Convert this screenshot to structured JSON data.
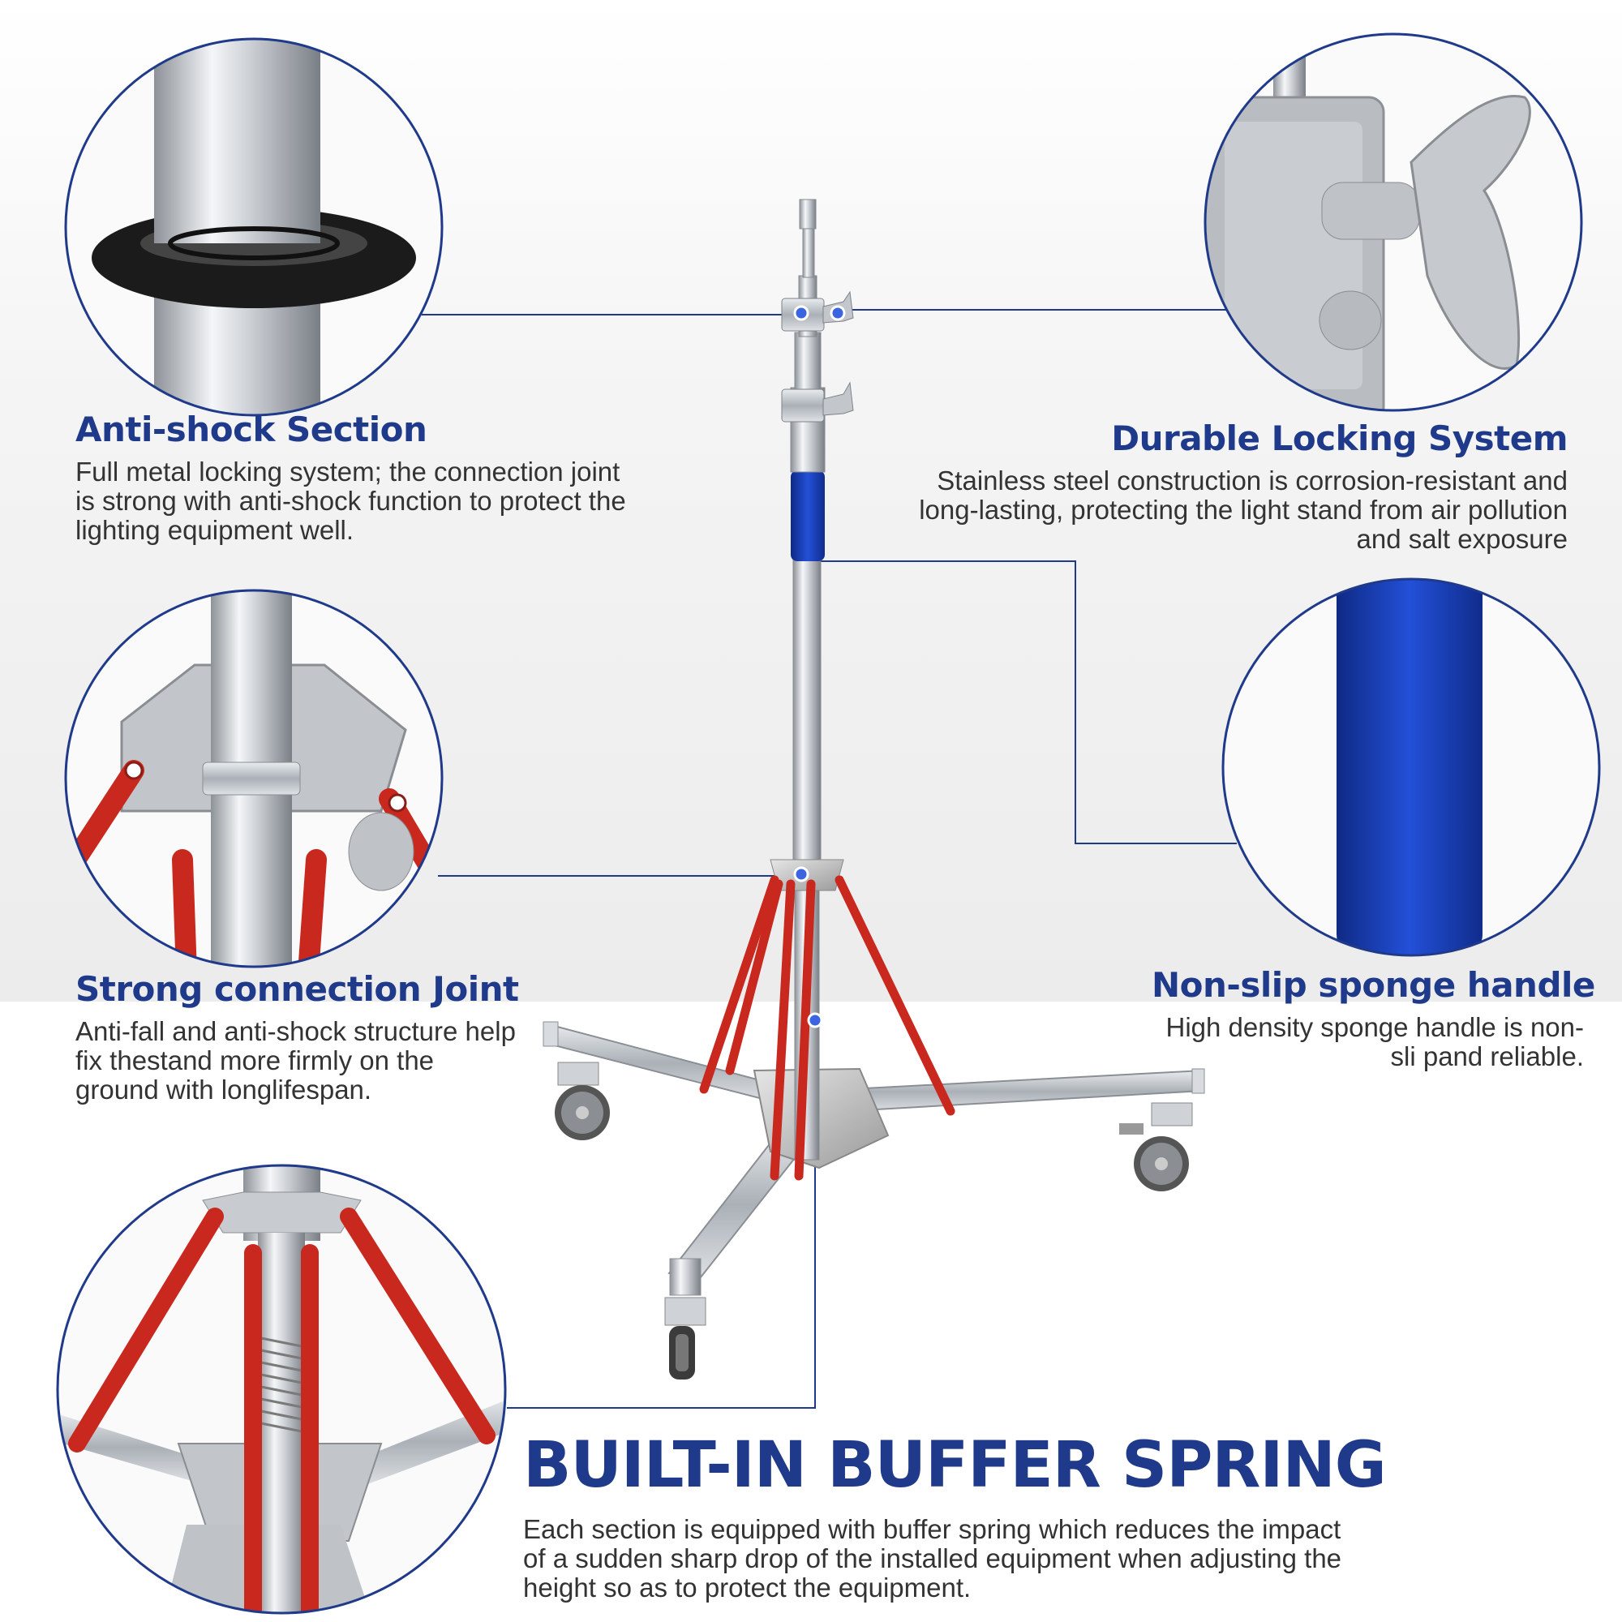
{
  "features": {
    "anti_shock": {
      "title": "Anti-shock Section",
      "desc": "Full metal locking system; the connection joint is strong with anti-shock function to protect the lighting equipment well."
    },
    "locking": {
      "title": "Durable Locking System",
      "desc": "Stainless steel construction is corrosion-resistant and long-lasting, protecting the light stand from air pollution and salt exposure"
    },
    "joint": {
      "title": "Strong connection Joint",
      "desc": "Anti-fall and anti-shock structure help fix thestand more firmly on the ground with longlifespan."
    },
    "sponge": {
      "title": "Non-slip sponge handle",
      "desc": "High density sponge handle is non-sli pand reliable."
    },
    "spring": {
      "title": "BUILT-IN BUFFER SPRING",
      "desc": "Each section is equipped with buffer spring which reduces the impact of a sudden sharp drop of the installed equipment when adjusting the height so as to protect the equipment."
    }
  },
  "colors": {
    "accent": "#1f3a8a",
    "leg_red": "#c8281e",
    "sponge_blue": "#1a3fae",
    "steel": "#c9ccd0"
  },
  "icons": [
    "rubber-ring-icon",
    "wing-knob-icon",
    "leg-joint-icon",
    "sponge-handle-icon",
    "buffer-spring-icon"
  ]
}
